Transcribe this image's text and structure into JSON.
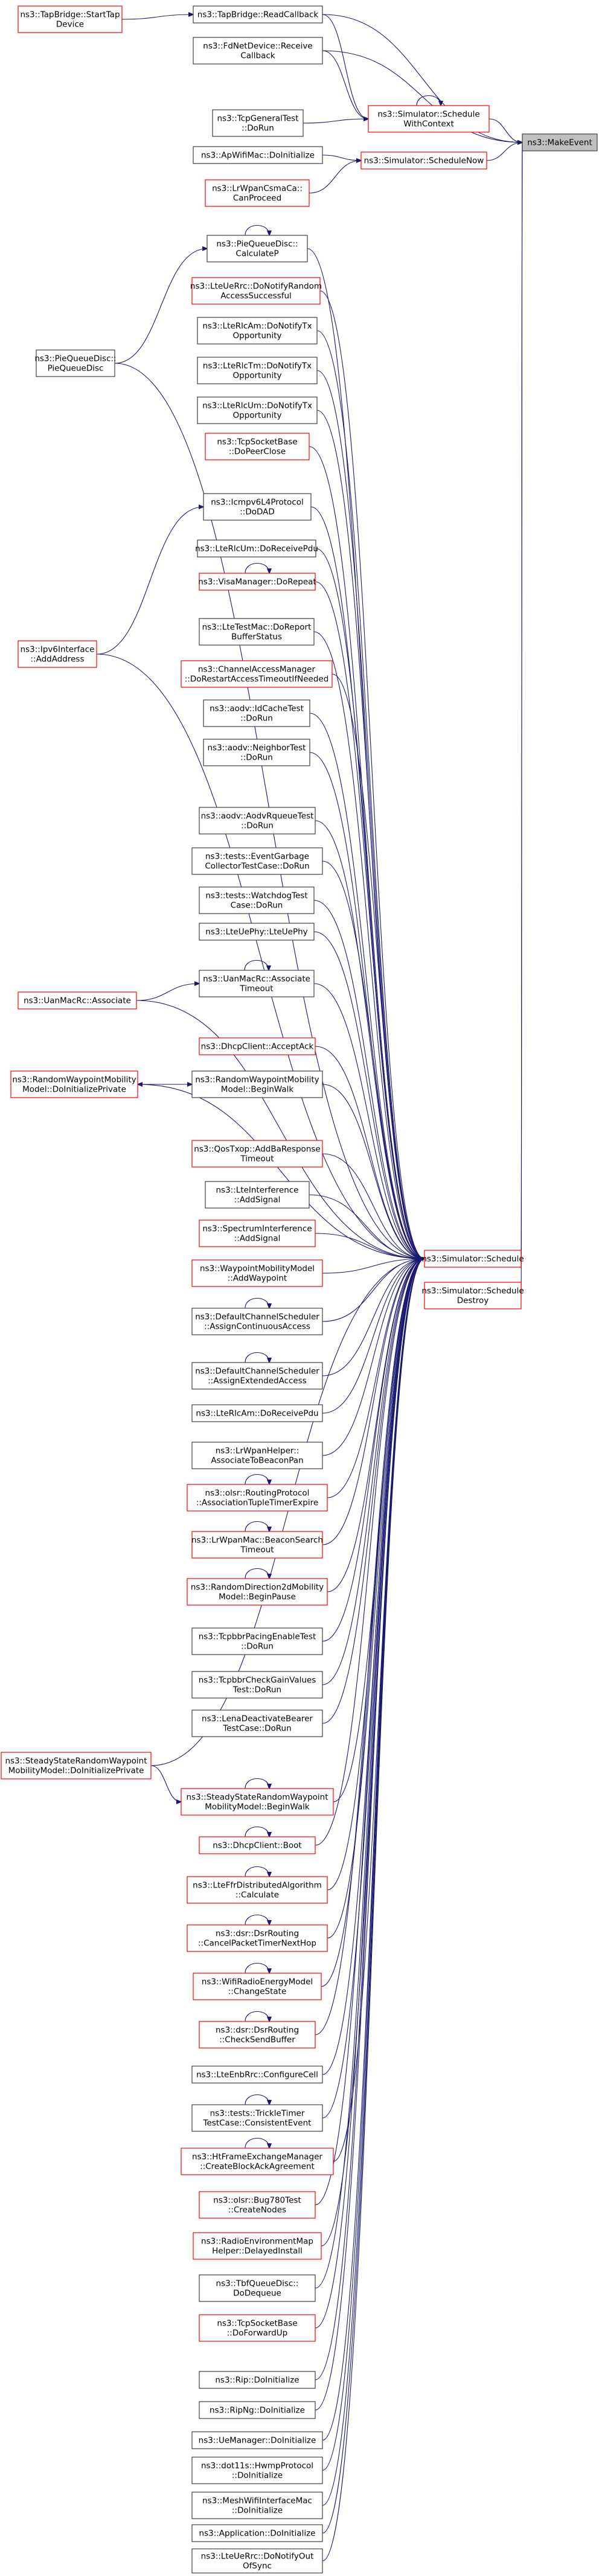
{
  "graph": {
    "title": "",
    "root": "n0",
    "nodes": [
      {
        "id": "n0",
        "lines": [
          "ns3::MakeEvent"
        ],
        "color": "focus"
      },
      {
        "id": "n1",
        "lines": [
          "ns3::Simulator::Schedule",
          "WithContext"
        ],
        "color": "red"
      },
      {
        "id": "n2",
        "lines": [
          "ns3::Simulator::ScheduleNow"
        ],
        "color": "red"
      },
      {
        "id": "n3",
        "lines": [
          "ns3::Simulator::Schedule"
        ],
        "color": "red"
      },
      {
        "id": "n4",
        "lines": [
          "ns3::Simulator::Schedule",
          "Destroy"
        ],
        "color": "red"
      },
      {
        "id": "n5",
        "lines": [
          "ns3::TapBridge::ReadCallback"
        ],
        "color": "black"
      },
      {
        "id": "n6",
        "lines": [
          "ns3::TapBridge::StartTap",
          "Device"
        ],
        "color": "red"
      },
      {
        "id": "n7",
        "lines": [
          "ns3::FdNetDevice::Receive",
          "Callback"
        ],
        "color": "black"
      },
      {
        "id": "n8",
        "lines": [
          "ns3::TcpGeneralTest",
          "::DoRun"
        ],
        "color": "black"
      },
      {
        "id": "n9",
        "lines": [
          "ns3::ApWifiMac::DoInitialize"
        ],
        "color": "black"
      },
      {
        "id": "n10",
        "lines": [
          "ns3::LrWpanCsmaCa::",
          "CanProceed"
        ],
        "color": "red"
      },
      {
        "id": "n11",
        "lines": [
          "ns3::PieQueueDisc::",
          "CalculateP"
        ],
        "color": "black"
      },
      {
        "id": "n12",
        "lines": [
          "ns3::PieQueueDisc::",
          "PieQueueDisc"
        ],
        "color": "black"
      },
      {
        "id": "n13",
        "lines": [
          "ns3::LteUeRrc::DoNotifyRandom",
          "AccessSuccessful"
        ],
        "color": "red"
      },
      {
        "id": "n14",
        "lines": [
          "ns3::LteRlcAm::DoNotifyTx",
          "Opportunity"
        ],
        "color": "black"
      },
      {
        "id": "n15",
        "lines": [
          "ns3::LteRlcTm::DoNotifyTx",
          "Opportunity"
        ],
        "color": "black"
      },
      {
        "id": "n16",
        "lines": [
          "ns3::LteRlcUm::DoNotifyTx",
          "Opportunity"
        ],
        "color": "black"
      },
      {
        "id": "n17",
        "lines": [
          "ns3::TcpSocketBase",
          "::DoPeerClose"
        ],
        "color": "red"
      },
      {
        "id": "n18",
        "lines": [
          "ns3::Icmpv6L4Protocol",
          "::DoDAD"
        ],
        "color": "black"
      },
      {
        "id": "n19",
        "lines": [
          "ns3::Ipv6Interface",
          "::AddAddress"
        ],
        "color": "red"
      },
      {
        "id": "n20",
        "lines": [
          "ns3::LteRlcUm::DoReceivePdu"
        ],
        "color": "black"
      },
      {
        "id": "n21",
        "lines": [
          "ns3::VisaManager::DoRepeat"
        ],
        "color": "red"
      },
      {
        "id": "n22",
        "lines": [
          "ns3::LteTestMac::DoReport",
          "BufferStatus"
        ],
        "color": "black"
      },
      {
        "id": "n23",
        "lines": [
          "ns3::ChannelAccessManager",
          "::DoRestartAccessTimeoutIfNeeded"
        ],
        "color": "red"
      },
      {
        "id": "n24",
        "lines": [
          "ns3::aodv::IdCacheTest",
          "::DoRun"
        ],
        "color": "black"
      },
      {
        "id": "n25",
        "lines": [
          "ns3::aodv::NeighborTest",
          "::DoRun"
        ],
        "color": "black"
      },
      {
        "id": "n26",
        "lines": [
          "ns3::aodv::AodvRqueueTest",
          "::DoRun"
        ],
        "color": "black"
      },
      {
        "id": "n27",
        "lines": [
          "ns3::tests::EventGarbage",
          "CollectorTestCase::DoRun"
        ],
        "color": "black"
      },
      {
        "id": "n28",
        "lines": [
          "ns3::tests::WatchdogTest",
          "Case::DoRun"
        ],
        "color": "black"
      },
      {
        "id": "n29",
        "lines": [
          "ns3::LteUePhy::LteUePhy"
        ],
        "color": "black"
      },
      {
        "id": "n30",
        "lines": [
          "ns3::UanMacRc::Associate",
          "Timeout"
        ],
        "color": "black"
      },
      {
        "id": "n31",
        "lines": [
          "ns3::UanMacRc::Associate"
        ],
        "color": "red"
      },
      {
        "id": "n32",
        "lines": [
          "ns3::DhcpClient::AcceptAck"
        ],
        "color": "red"
      },
      {
        "id": "n33",
        "lines": [
          "ns3::RandomWaypointMobility",
          "Model::BeginWalk"
        ],
        "color": "black"
      },
      {
        "id": "n34",
        "lines": [
          "ns3::RandomWaypointMobility",
          "Model::DoInitializePrivate"
        ],
        "color": "red"
      },
      {
        "id": "n35",
        "lines": [
          "ns3::QosTxop::AddBaResponse",
          "Timeout"
        ],
        "color": "red"
      },
      {
        "id": "n36",
        "lines": [
          "ns3::LteInterference",
          "::AddSignal"
        ],
        "color": "black"
      },
      {
        "id": "n37",
        "lines": [
          "ns3::SpectrumInterference",
          "::AddSignal"
        ],
        "color": "red"
      },
      {
        "id": "n38",
        "lines": [
          "ns3::WaypointMobilityModel",
          "::AddWaypoint"
        ],
        "color": "red"
      },
      {
        "id": "n39",
        "lines": [
          "ns3::DefaultChannelScheduler",
          "::AssignContinuousAccess"
        ],
        "color": "black"
      },
      {
        "id": "n40",
        "lines": [
          "ns3::DefaultChannelScheduler",
          "::AssignExtendedAccess"
        ],
        "color": "black"
      },
      {
        "id": "n41",
        "lines": [
          "ns3::LteRlcAm::DoReceivePdu"
        ],
        "color": "black"
      },
      {
        "id": "n42",
        "lines": [
          "ns3::LrWpanHelper::",
          "AssociateToBeaconPan"
        ],
        "color": "black"
      },
      {
        "id": "n43",
        "lines": [
          "ns3::olsr::RoutingProtocol",
          "::AssociationTupleTimerExpire"
        ],
        "color": "red"
      },
      {
        "id": "n44",
        "lines": [
          "ns3::LrWpanMac::BeaconSearch",
          "Timeout"
        ],
        "color": "red"
      },
      {
        "id": "n45",
        "lines": [
          "ns3::RandomDirection2dMobility",
          "Model::BeginPause"
        ],
        "color": "red"
      },
      {
        "id": "n46",
        "lines": [
          "ns3::TcpbbrPacingEnableTest",
          "::DoRun"
        ],
        "color": "black"
      },
      {
        "id": "n47",
        "lines": [
          "ns3::TcpbbrCheckGainValues",
          "Test::DoRun"
        ],
        "color": "black"
      },
      {
        "id": "n48",
        "lines": [
          "ns3::LenaDeactivateBearer",
          "TestCase::DoRun"
        ],
        "color": "black"
      },
      {
        "id": "n49",
        "lines": [
          "ns3::SteadyStateRandomWaypoint",
          "MobilityModel::DoInitializePrivate"
        ],
        "color": "red"
      },
      {
        "id": "n50",
        "lines": [
          "ns3::SteadyStateRandomWaypoint",
          "MobilityModel::BeginWalk"
        ],
        "color": "red"
      },
      {
        "id": "n51",
        "lines": [
          "ns3::DhcpClient::Boot"
        ],
        "color": "red"
      },
      {
        "id": "n52",
        "lines": [
          "ns3::LteFfrDistributedAlgorithm",
          "::Calculate"
        ],
        "color": "red"
      },
      {
        "id": "n53",
        "lines": [
          "ns3::dsr::DsrRouting",
          "::CancelPacketTimerNextHop"
        ],
        "color": "red"
      },
      {
        "id": "n54",
        "lines": [
          "ns3::WifiRadioEnergyModel",
          "::ChangeState"
        ],
        "color": "red"
      },
      {
        "id": "n55",
        "lines": [
          "ns3::dsr::DsrRouting",
          "::CheckSendBuffer"
        ],
        "color": "red"
      },
      {
        "id": "n56",
        "lines": [
          "ns3::LteEnbRrc::ConfigureCell"
        ],
        "color": "black"
      },
      {
        "id": "n57",
        "lines": [
          "ns3::tests::TrickleTimer",
          "TestCase::ConsistentEvent"
        ],
        "color": "black"
      },
      {
        "id": "n58",
        "lines": [
          "ns3::HtFrameExchangeManager",
          "::CreateBlockAckAgreement"
        ],
        "color": "red"
      },
      {
        "id": "n59",
        "lines": [
          "ns3::olsr::Bug780Test",
          "::CreateNodes"
        ],
        "color": "red"
      },
      {
        "id": "n60",
        "lines": [
          "ns3::RadioEnvironmentMap",
          "Helper::DelayedInstall"
        ],
        "color": "red"
      },
      {
        "id": "n61",
        "lines": [
          "ns3::TbfQueueDisc::",
          "DoDequeue"
        ],
        "color": "black"
      },
      {
        "id": "n62",
        "lines": [
          "ns3::TcpSocketBase",
          "::DoForwardUp"
        ],
        "color": "red"
      },
      {
        "id": "n63",
        "lines": [
          "ns3::Rip::DoInitialize"
        ],
        "color": "black"
      },
      {
        "id": "n64",
        "lines": [
          "ns3::RipNg::DoInitialize"
        ],
        "color": "black"
      },
      {
        "id": "n65",
        "lines": [
          "ns3::UeManager::DoInitialize"
        ],
        "color": "black"
      },
      {
        "id": "n66",
        "lines": [
          "ns3::dot11s::HwmpProtocol",
          "::DoInitialize"
        ],
        "color": "black"
      },
      {
        "id": "n67",
        "lines": [
          "ns3::MeshWifiInterfaceMac",
          "::DoInitialize"
        ],
        "color": "black"
      },
      {
        "id": "n68",
        "lines": [
          "ns3::Application::DoInitialize"
        ],
        "color": "black"
      },
      {
        "id": "n69",
        "lines": [
          "ns3::LteUeRrc::DoNotifyOut",
          "OfSync"
        ],
        "color": "black"
      }
    ],
    "edges": [
      [
        "n1",
        "n0"
      ],
      [
        "n2",
        "n0"
      ],
      [
        "n3",
        "n0"
      ],
      [
        "n4",
        "n0"
      ],
      [
        "n5",
        "n1"
      ],
      [
        "n6",
        "n5"
      ],
      [
        "n7",
        "n1"
      ],
      [
        "n8",
        "n1"
      ],
      [
        "n1",
        "n1"
      ],
      [
        "n9",
        "n2"
      ],
      [
        "n10",
        "n2"
      ],
      [
        "n5",
        "n0"
      ],
      [
        "n7",
        "n0"
      ],
      [
        "n11",
        "n3"
      ],
      [
        "n11",
        "n11"
      ],
      [
        "n12",
        "n11"
      ],
      [
        "n13",
        "n3"
      ],
      [
        "n14",
        "n3"
      ],
      [
        "n15",
        "n3"
      ],
      [
        "n16",
        "n3"
      ],
      [
        "n17",
        "n3"
      ],
      [
        "n18",
        "n3"
      ],
      [
        "n19",
        "n18"
      ],
      [
        "n20",
        "n3"
      ],
      [
        "n21",
        "n3"
      ],
      [
        "n21",
        "n21"
      ],
      [
        "n22",
        "n3"
      ],
      [
        "n23",
        "n3"
      ],
      [
        "n24",
        "n3"
      ],
      [
        "n25",
        "n3"
      ],
      [
        "n26",
        "n3"
      ],
      [
        "n27",
        "n3"
      ],
      [
        "n28",
        "n3"
      ],
      [
        "n29",
        "n3"
      ],
      [
        "n30",
        "n3"
      ],
      [
        "n30",
        "n30"
      ],
      [
        "n31",
        "n30"
      ],
      [
        "n31",
        "n3"
      ],
      [
        "n32",
        "n3"
      ],
      [
        "n33",
        "n3"
      ],
      [
        "n33",
        "n34"
      ],
      [
        "n34",
        "n33"
      ],
      [
        "n34",
        "n3"
      ],
      [
        "n35",
        "n3"
      ],
      [
        "n36",
        "n3"
      ],
      [
        "n37",
        "n3"
      ],
      [
        "n38",
        "n3"
      ],
      [
        "n39",
        "n3"
      ],
      [
        "n39",
        "n39"
      ],
      [
        "n40",
        "n3"
      ],
      [
        "n40",
        "n40"
      ],
      [
        "n41",
        "n3"
      ],
      [
        "n42",
        "n3"
      ],
      [
        "n43",
        "n3"
      ],
      [
        "n43",
        "n43"
      ],
      [
        "n44",
        "n3"
      ],
      [
        "n44",
        "n44"
      ],
      [
        "n45",
        "n3"
      ],
      [
        "n45",
        "n45"
      ],
      [
        "n46",
        "n3"
      ],
      [
        "n47",
        "n3"
      ],
      [
        "n48",
        "n3"
      ],
      [
        "n49",
        "n3"
      ],
      [
        "n49",
        "n50"
      ],
      [
        "n50",
        "n3"
      ],
      [
        "n50",
        "n50"
      ],
      [
        "n51",
        "n3"
      ],
      [
        "n51",
        "n51"
      ],
      [
        "n52",
        "n3"
      ],
      [
        "n52",
        "n52"
      ],
      [
        "n53",
        "n3"
      ],
      [
        "n53",
        "n53"
      ],
      [
        "n54",
        "n3"
      ],
      [
        "n54",
        "n54"
      ],
      [
        "n55",
        "n3"
      ],
      [
        "n55",
        "n55"
      ],
      [
        "n56",
        "n3"
      ],
      [
        "n57",
        "n3"
      ],
      [
        "n57",
        "n57"
      ],
      [
        "n58",
        "n3"
      ],
      [
        "n58",
        "n58"
      ],
      [
        "n59",
        "n3"
      ],
      [
        "n60",
        "n3"
      ],
      [
        "n61",
        "n3"
      ],
      [
        "n62",
        "n3"
      ],
      [
        "n63",
        "n3"
      ],
      [
        "n64",
        "n3"
      ],
      [
        "n65",
        "n3"
      ],
      [
        "n66",
        "n3"
      ],
      [
        "n67",
        "n3"
      ],
      [
        "n68",
        "n3"
      ],
      [
        "n69",
        "n3"
      ],
      [
        "n12",
        "n3"
      ],
      [
        "n19",
        "n3"
      ]
    ]
  }
}
